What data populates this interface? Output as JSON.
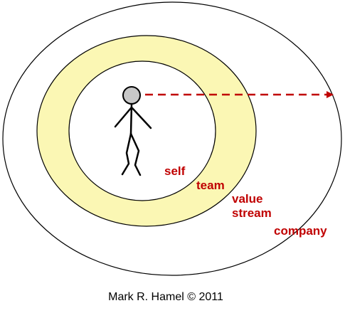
{
  "colors": {
    "ring_outline": "#000000",
    "team_ring_fill": "#fbf7b4",
    "label_red": "#c00000",
    "arrow_red": "#c00000",
    "head_fill": "#c8c8c8",
    "background": "#ffffff"
  },
  "labels": {
    "self": "self",
    "team": "team",
    "value": "value",
    "stream": "stream",
    "company": "company"
  },
  "footer": {
    "copyright": "Mark R. Hamel © 2011"
  },
  "figure": {
    "icon": "stick-figure-icon",
    "arrow": "dashed-arrow-right"
  }
}
